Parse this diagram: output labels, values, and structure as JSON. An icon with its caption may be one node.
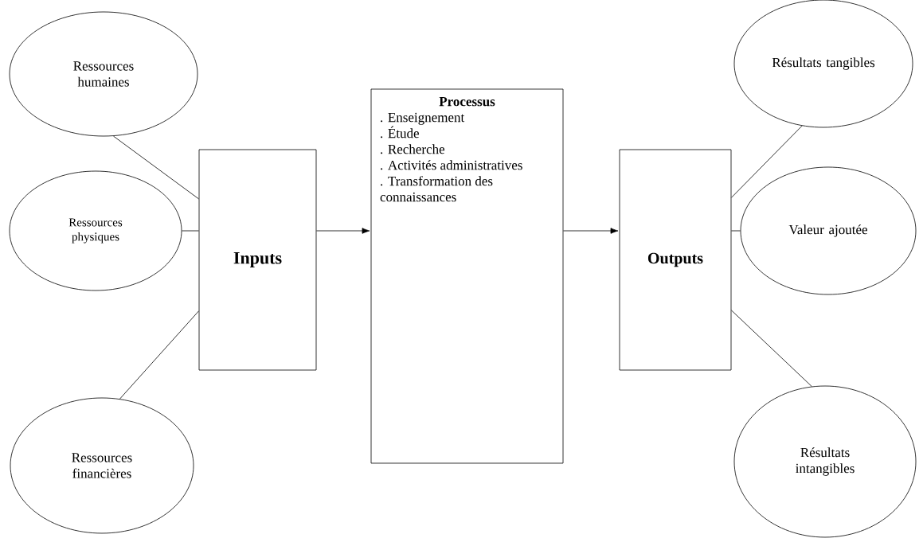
{
  "diagram": {
    "nodes": [
      {
        "text": [
          "Ressources humaines"
        ]
      },
      {
        "text": [
          "Ressources physiques"
        ]
      },
      {
        "text": [
          "Ressources financières"
        ]
      },
      {
        "text": [
          "Inputs"
        ]
      },
      {
        "text": [
          "Processus",
          ". Enseignement",
          ". Étude",
          ". Recherche",
          ". Activités administratives",
          ". Transformation des connaissances"
        ]
      },
      {
        "text": [
          "Outputs"
        ]
      },
      {
        "text": [
          "Résultats tangibles"
        ]
      },
      {
        "text": [
          "Valeur ajoutée"
        ]
      },
      {
        "text": [
          "Résultats intangibles"
        ]
      }
    ],
    "edges": [
      {
        "from": 0,
        "to": 3,
        "arrow": "none"
      },
      {
        "from": 1,
        "to": 3,
        "arrow": "none"
      },
      {
        "from": 2,
        "to": 3,
        "arrow": "none"
      },
      {
        "from": 3,
        "to": 4,
        "arrow": "to"
      },
      {
        "from": 4,
        "to": 5,
        "arrow": "to"
      },
      {
        "from": 5,
        "to": 6,
        "arrow": "none"
      },
      {
        "from": 5,
        "to": 7,
        "arrow": "none"
      },
      {
        "from": 5,
        "to": 8,
        "arrow": "none"
      }
    ]
  }
}
